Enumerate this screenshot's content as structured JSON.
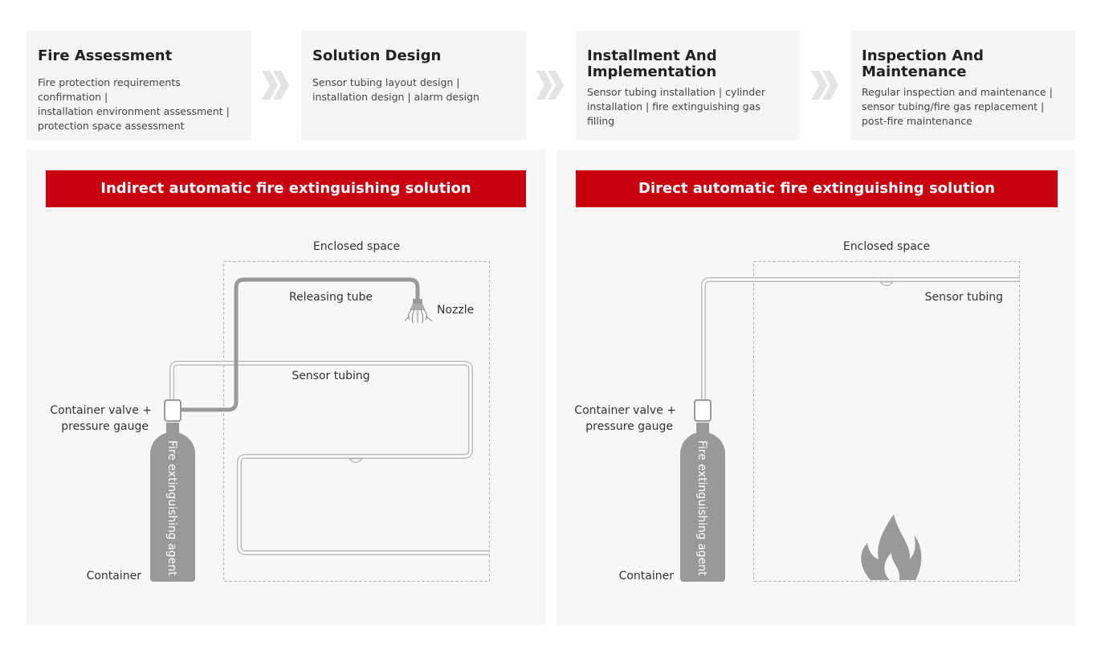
{
  "colors": {
    "accent": "#c8000f",
    "panel_bg": "#f7f7f7",
    "step_bg": "#f5f5f5",
    "cylinder": "#999999",
    "chevron": "#e4e4e4"
  },
  "steps": [
    {
      "title": "Fire Assessment",
      "desc": [
        "Fire protection requirements confirmation |",
        "installation environment assessment |",
        "protection space assessment"
      ]
    },
    {
      "title": "Solution Design",
      "desc": [
        "Sensor tubing layout design |",
        "installation design | alarm design"
      ]
    },
    {
      "title": [
        "Installment And",
        "Implementation"
      ],
      "desc": [
        "Sensor tubing installation | cylinder",
        "installation | fire extinguishing gas filling"
      ]
    },
    {
      "title": [
        "Inspection And",
        "Maintenance"
      ],
      "desc": [
        "Regular inspection and maintenance |",
        "sensor tubing/fire gas replacement |",
        "post-fire maintenance"
      ]
    }
  ],
  "indirect": {
    "banner": "Indirect automatic fire extinguishing solution",
    "enclosed_space": "Enclosed space",
    "releasing_tube": "Releasing tube",
    "nozzle": "Nozzle",
    "sensor_tubing": "Sensor tubing",
    "valve": [
      "Container valve +",
      "pressure gauge"
    ],
    "agent": "Fire extinguishing agent",
    "container": "Container"
  },
  "direct": {
    "banner": "Direct automatic fire extinguishing solution",
    "enclosed_space": "Enclosed space",
    "sensor_tubing": "Sensor tubing",
    "valve": [
      "Container valve +",
      "pressure gauge"
    ],
    "agent": "Fire extinguishing agent",
    "container": "Container"
  }
}
